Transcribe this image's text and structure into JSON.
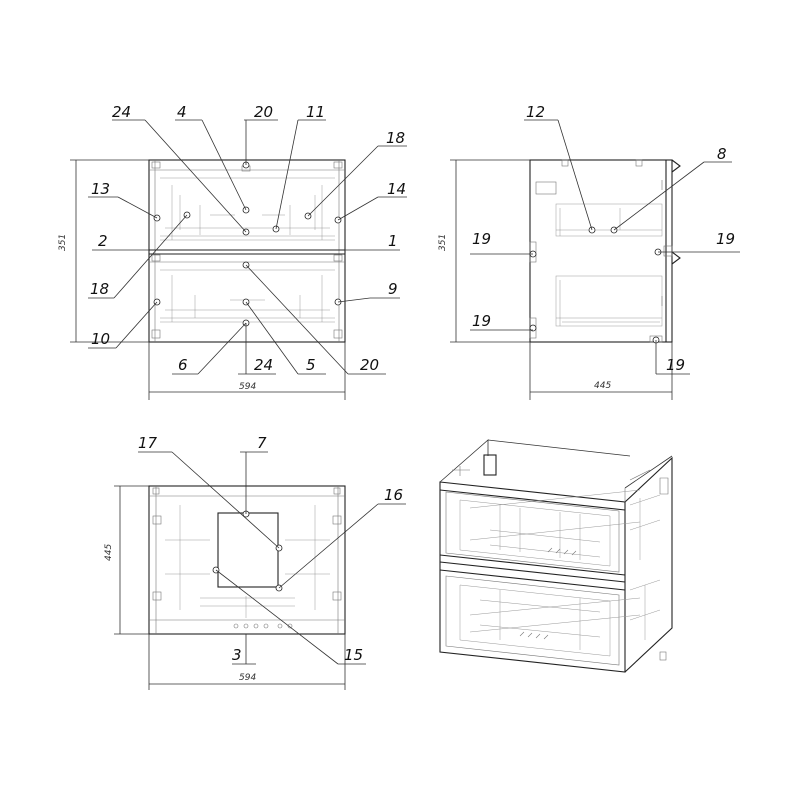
{
  "views": {
    "front": {
      "width_dim": "594",
      "height_dim": "351",
      "callouts": {
        "c24a": "24",
        "c4": "4",
        "c20a": "20",
        "c11": "11",
        "c18a": "18",
        "c13": "13",
        "c14": "14",
        "c2": "2",
        "c1": "1",
        "c18b": "18",
        "c9": "9",
        "c10": "10",
        "c6": "6",
        "c24b": "24",
        "c5": "5",
        "c20b": "20"
      }
    },
    "side": {
      "width_dim": "445",
      "height_dim": "351",
      "callouts": {
        "c12": "12",
        "c8": "8",
        "c19a": "19",
        "c19b": "19",
        "c19c": "19",
        "c19d": "19"
      }
    },
    "top": {
      "width_dim": "594",
      "depth_dim": "445",
      "callouts": {
        "c17": "17",
        "c7": "7",
        "c16": "16",
        "c3": "3",
        "c15": "15"
      }
    },
    "iso": {}
  }
}
